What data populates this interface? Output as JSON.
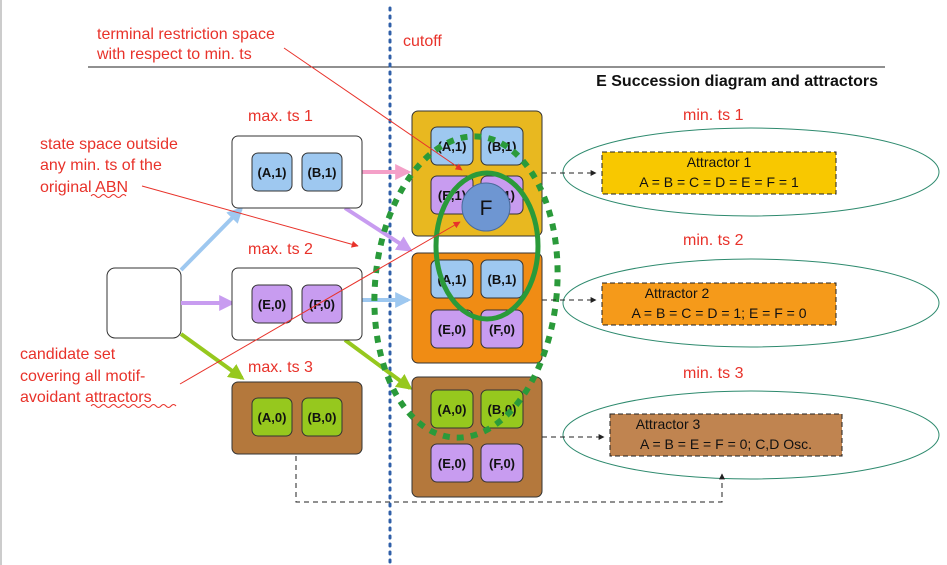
{
  "header": {
    "cutoff": "cutoff",
    "title": "E Succession diagram and attractors"
  },
  "annotations": {
    "terminal_restriction": [
      "terminal restriction space",
      "with respect to min. ts"
    ],
    "state_space": [
      "state space outside",
      "any min. ts of the",
      "original ABN"
    ],
    "candidate_set": [
      "candidate set",
      "covering all motif-",
      "avoidant attractors"
    ]
  },
  "max_ts": {
    "ts1": {
      "label": "max. ts 1",
      "nodes": [
        "(A,1)",
        "(B,1)"
      ]
    },
    "ts2": {
      "label": "max. ts 2",
      "nodes": [
        "(E,0)",
        "(F,0)"
      ]
    },
    "ts3": {
      "label": "max. ts 3",
      "nodes": [
        "(A,0)",
        "(B,0)"
      ]
    }
  },
  "min_ts": {
    "ts1": {
      "label": "min. ts 1",
      "nodes": [
        "(A,1)",
        "(B,1)",
        "(E,1)",
        "(F,1)"
      ]
    },
    "ts2": {
      "label": "min. ts 2",
      "nodes": [
        "(A,1)",
        "(B,1)",
        "(E,0)",
        "(F,0)"
      ]
    },
    "ts3": {
      "label": "min. ts 3",
      "nodes": [
        "(A,0)",
        "(B,0)",
        "(E,0)",
        "(F,0)"
      ]
    }
  },
  "circle_label": "F",
  "attractors": [
    {
      "title": "Attractor 1",
      "state": "A = B = C = D = E = F = 1"
    },
    {
      "title": "Attractor 2",
      "state": "A = B = C = D = 1; E = F = 0"
    },
    {
      "title": "Attractor 3",
      "state": "A = B = E = F = 0; C,D Osc."
    }
  ],
  "colors": {
    "annotation_red": "#e8322a",
    "node_blue": "#9ec8f0",
    "node_purple": "#c89cf0",
    "node_green": "#96c81e",
    "box_yellow": "#e8b820",
    "box_orange": "#f08c14",
    "box_brown": "#b4783c",
    "circle_blue": "#6e96d2",
    "ellipse_green": "#2a9a3a",
    "outline_teal": "#2e8a6e",
    "attractor1": "#f8c800",
    "attractor2": "#f59a1a",
    "attractor3": "#c08450"
  }
}
